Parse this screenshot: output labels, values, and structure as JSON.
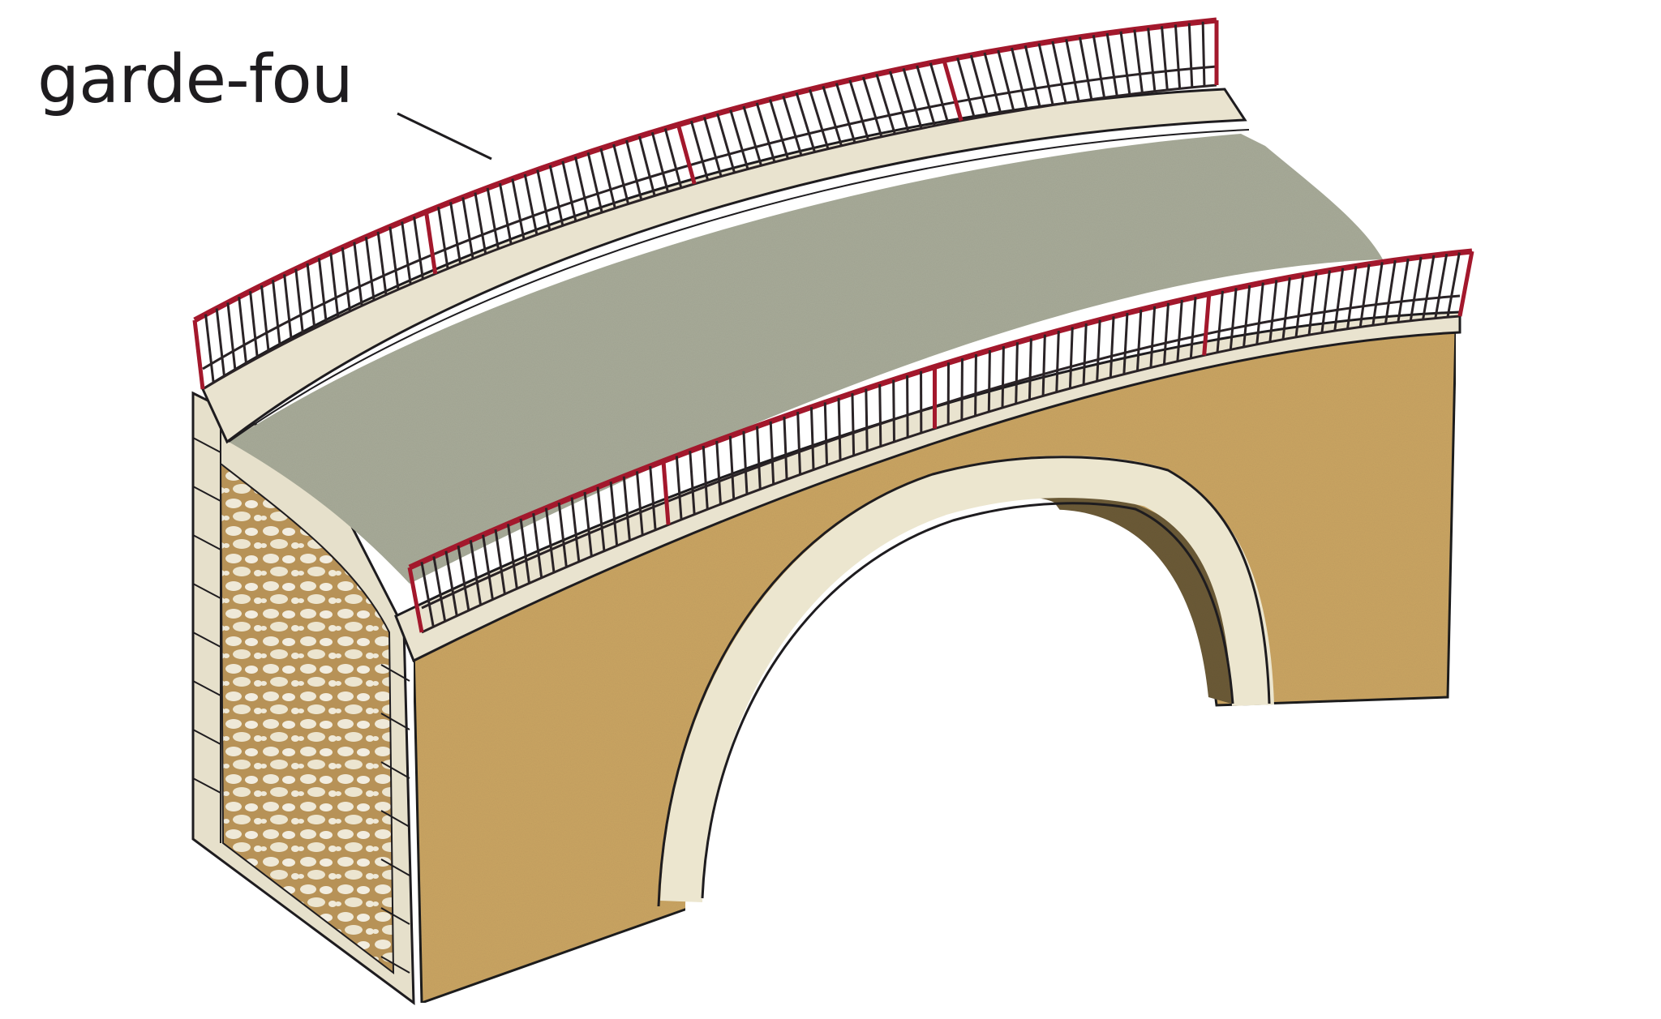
{
  "diagram": {
    "subject": "stone arch bridge",
    "labels": [
      {
        "text": "garde-fou",
        "target": "railing"
      }
    ]
  },
  "colors": {
    "railing_red": "#a3182c",
    "railing_bars": "#2a2326",
    "deck_gray": "#a7aa98",
    "sidewalk_cream": "#e9e3cf",
    "masonry_ochre": "#c9a462",
    "arch_stone": "#ece6cf",
    "arch_shadow": "#6b5a37",
    "rubble_fill": "#b79257",
    "outline": "#1e1c1f",
    "background": "#ffffff"
  }
}
